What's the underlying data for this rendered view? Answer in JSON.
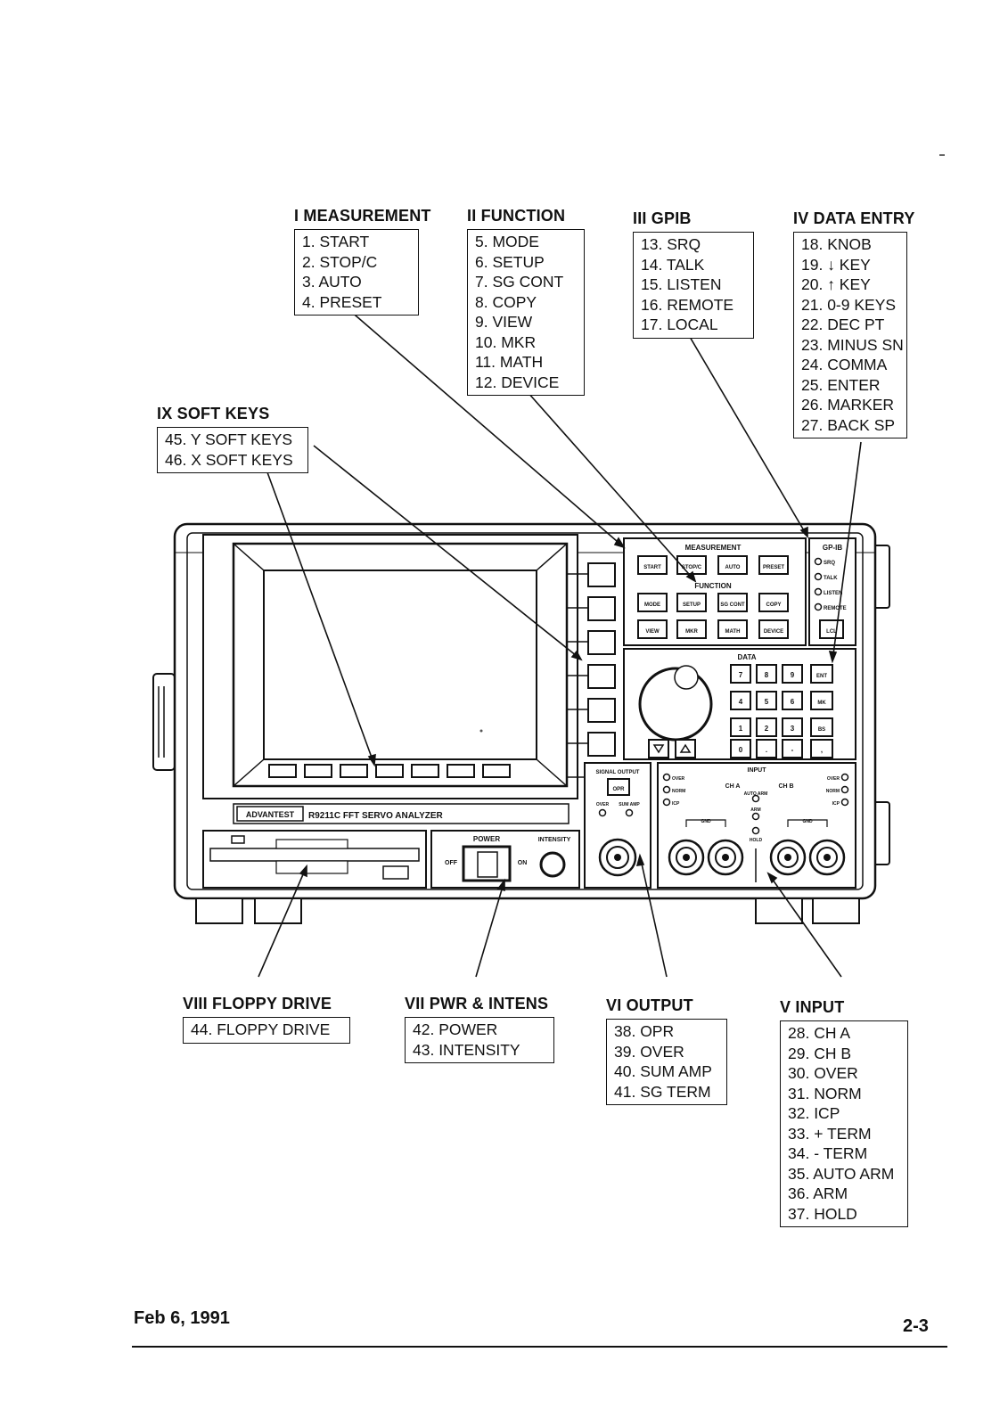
{
  "groups": [
    {
      "id": "measurement",
      "title": "I  MEASUREMENT",
      "items": [
        "1. START",
        "2. STOP/C",
        "3. AUTO",
        "4. PRESET"
      ]
    },
    {
      "id": "function",
      "title": "II  FUNCTION",
      "items": [
        "5. MODE",
        "6. SETUP",
        "7. SG CONT",
        "8. COPY",
        "9. VIEW",
        "10. MKR",
        "11. MATH",
        "12. DEVICE"
      ]
    },
    {
      "id": "gpib",
      "title": "III  GPIB",
      "items": [
        "13. SRQ",
        "14. TALK",
        "15. LISTEN",
        "16. REMOTE",
        "17. LOCAL"
      ]
    },
    {
      "id": "data_entry",
      "title": "IV  DATA ENTRY",
      "items": [
        "18. KNOB",
        "19. ↓ KEY",
        "20. ↑ KEY",
        "21. 0-9 KEYS",
        "22. DEC  PT",
        "23. MINUS SN",
        "24. COMMA",
        "25. ENTER",
        "26. MARKER",
        "27. BACK SP"
      ]
    },
    {
      "id": "soft_keys",
      "title": "IX  SOFT KEYS",
      "items": [
        "45. Y SOFT KEYS",
        "46. X SOFT KEYS"
      ]
    },
    {
      "id": "floppy",
      "title": "VIII  FLOPPY DRIVE",
      "items": [
        "44. FLOPPY DRIVE"
      ]
    },
    {
      "id": "power",
      "title": "VII  PWR & INTENS",
      "items": [
        "42. POWER",
        "43. INTENSITY"
      ]
    },
    {
      "id": "output",
      "title": "VI  OUTPUT",
      "items": [
        "38. OPR",
        "39. OVER",
        "40. SUM AMP",
        "41. SG TERM"
      ]
    },
    {
      "id": "input",
      "title": "V  INPUT",
      "items": [
        "28. CH A",
        "29. CH B",
        "30. OVER",
        "31. NORM",
        "32. ICP",
        "33.  + TERM",
        "34.  - TERM",
        "35. AUTO ARM",
        "36. ARM",
        "37. HOLD"
      ]
    }
  ],
  "panel": {
    "brand": "ADVANTEST",
    "model": "R9211C  FFT  SERVO  ANALYZER",
    "measurement_label": "MEASUREMENT",
    "function_label": "FUNCTION",
    "gpib_label": "GP-IB",
    "data_label": "DATA",
    "measurement_keys": [
      "START",
      "STOP/C",
      "AUTO",
      "PRESET"
    ],
    "function_keys_row1": [
      "MODE",
      "SETUP",
      "SG CONT",
      "COPY"
    ],
    "function_keys_row2": [
      "VIEW",
      "MKR",
      "MATH",
      "DEVICE"
    ],
    "gpib_leds": [
      "SRQ",
      "TALK",
      "LISTEN",
      "REMOTE"
    ],
    "local_key": "LCL",
    "keypad": [
      "7",
      "8",
      "9",
      "ENT",
      "4",
      "5",
      "6",
      "MK",
      "1",
      "2",
      "3",
      "BS",
      "0",
      ".",
      "-",
      ","
    ],
    "signal_output_label": "SIGNAL  OUTPUT",
    "opr_key": "OPR",
    "over_label": "OVER",
    "sum_amp_label": "SUM  AMP",
    "input_label": "INPUT",
    "ch_a": "CH A",
    "ch_b": "CH B",
    "norm_label": "NORM",
    "icp_label": "ICP",
    "auto_arm_label": "AUTO ARM",
    "arm_label": "ARM",
    "hold_label": "HOLD",
    "gnd_label": "GND",
    "power_label": "POWER",
    "off_label": "OFF",
    "on_label": "ON",
    "intensity_label": "INTENSITY"
  },
  "footer": {
    "date": "Feb 6, 1991",
    "page": "2-3"
  }
}
